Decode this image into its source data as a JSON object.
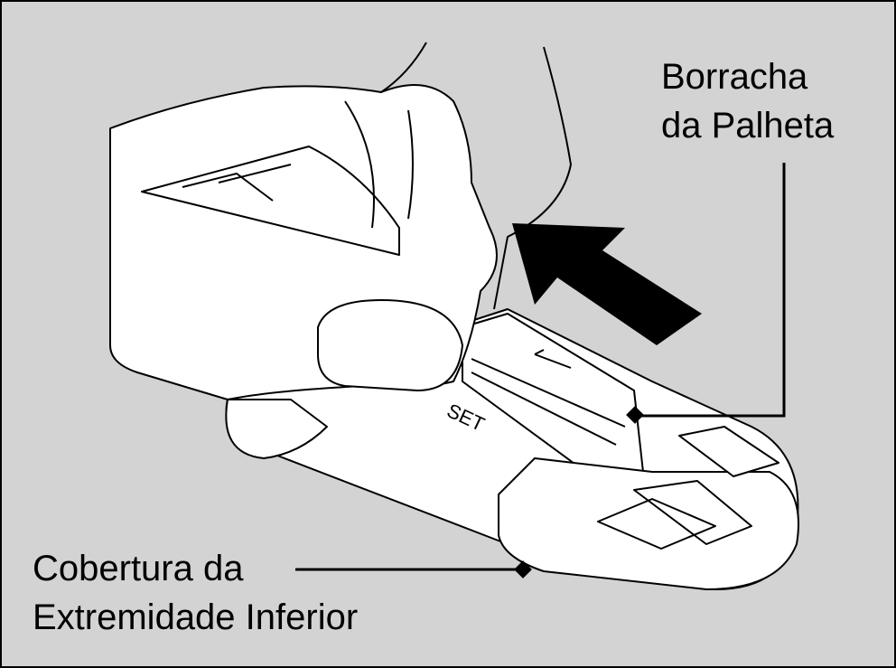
{
  "labels": {
    "blade_rubber_line1": "Borracha",
    "blade_rubber_line2": "da Palheta",
    "end_cover_line1": "Cobertura da",
    "end_cover_line2": "Extremidade Inferior",
    "set_mark": "SET"
  },
  "colors": {
    "background": "#d3d3d3",
    "line": "#000000",
    "fill": "#ffffff"
  }
}
